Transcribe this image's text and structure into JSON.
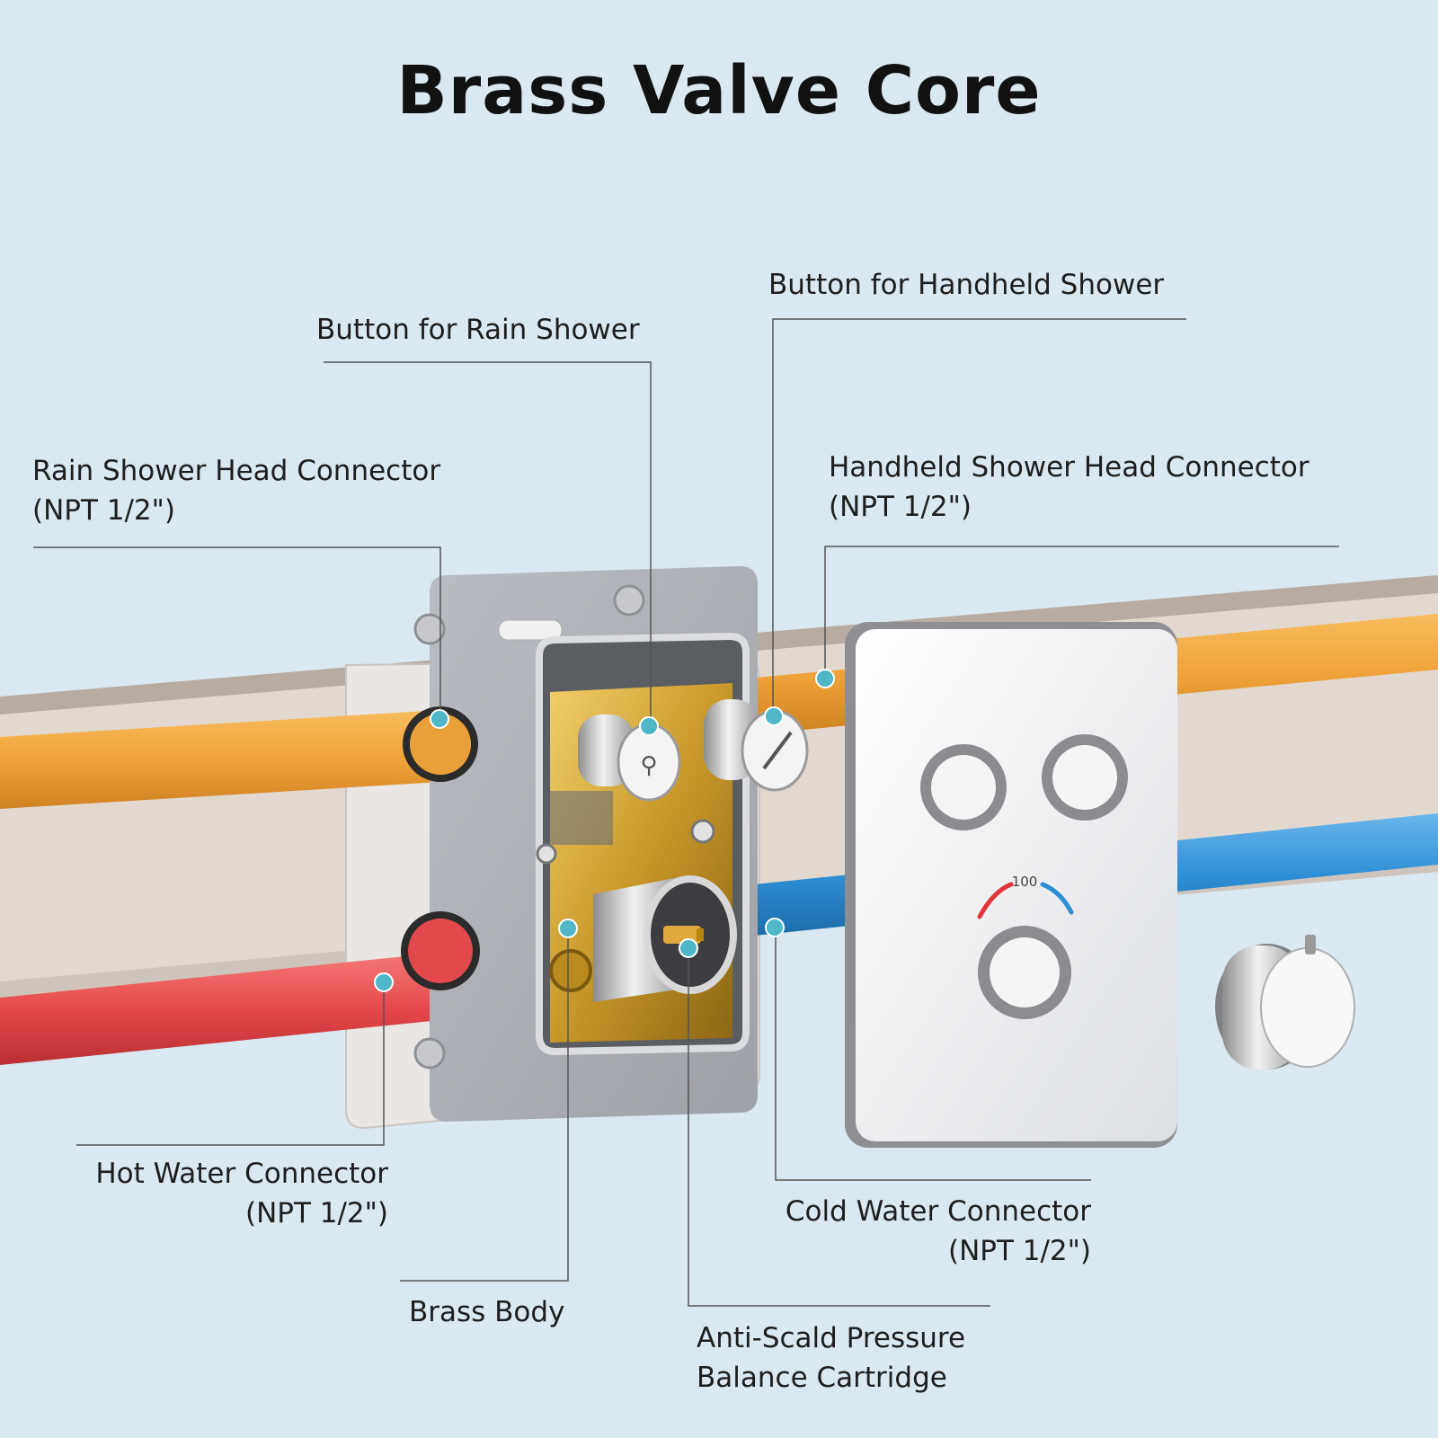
{
  "title": "Brass Valve Core",
  "callouts": {
    "button_rain": "Button for Rain Shower",
    "button_handheld": "Button for Handheld Shower",
    "rain_connector": {
      "line1": "Rain Shower Head Connector",
      "line2": "(NPT 1/2\")"
    },
    "handheld_connector": {
      "line1": "Handheld Shower Head Connector",
      "line2": "(NPT 1/2\")"
    },
    "hot_connector": {
      "line1": "Hot Water Connector",
      "line2": "(NPT 1/2\")"
    },
    "cold_connector": {
      "line1": "Cold Water Connector",
      "line2": "(NPT 1/2\")"
    },
    "brass_body": "Brass Body",
    "cartridge": {
      "line1": "Anti-Scald Pressure",
      "line2": "Balance Cartridge"
    }
  },
  "dial_marking": "100",
  "colors": {
    "background": "#d9e8f1",
    "hot_pipe": "#e8484a",
    "cold_pipe": "#2f8fd6",
    "shower_pipe": "#f2a43a",
    "brass": "#d4a437",
    "callout_dot": "#4fb7c8"
  }
}
